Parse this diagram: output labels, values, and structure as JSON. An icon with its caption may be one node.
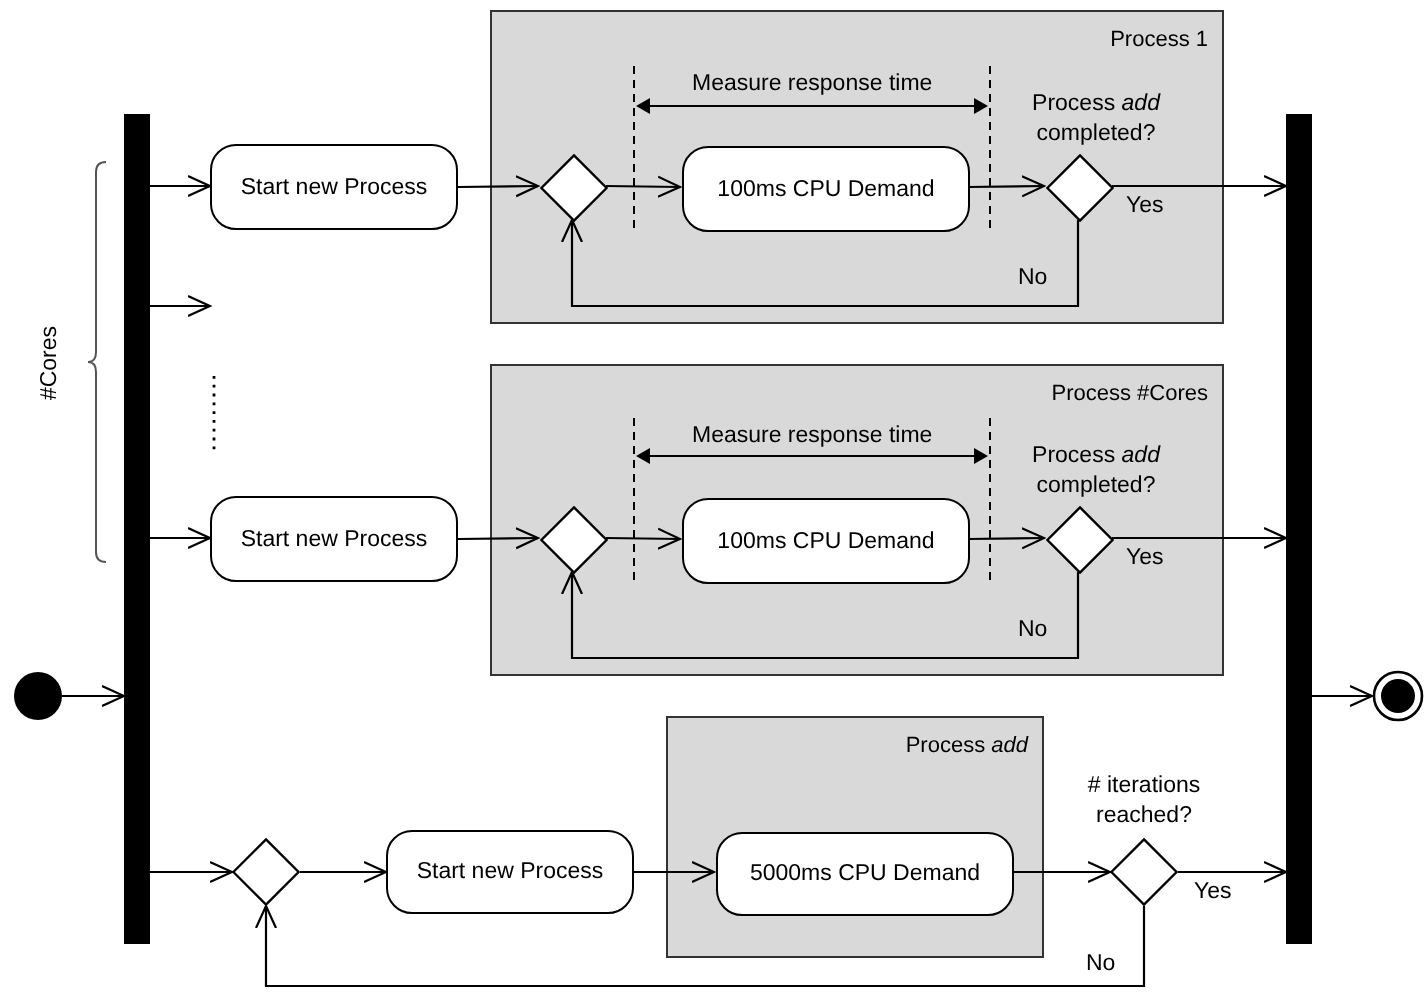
{
  "diagram": {
    "nodes": [
      {
        "text": [],
        "shape": "circle"
      },
      {
        "text": [],
        "shape": "bar"
      },
      {
        "text": [
          "Start new Process"
        ]
      },
      {
        "text": [
          "Process 1"
        ]
      },
      {
        "text": [],
        "shape": "diamond",
        "in": 3
      },
      {
        "text": [
          "100ms CPU Demand"
        ],
        "in": 3
      },
      {
        "text": [],
        "shape": "diamond",
        "in": 3,
        "beside": [
          "Process *add* completed?"
        ]
      },
      {
        "text": [
          "Start new Process"
        ]
      },
      {
        "text": [
          "Process #Cores"
        ]
      },
      {
        "text": [],
        "shape": "diamond",
        "in": 8
      },
      {
        "text": [
          "100ms CPU Demand"
        ],
        "in": 8
      },
      {
        "text": [],
        "shape": "diamond",
        "in": 8,
        "beside": [
          "Process *add* completed?"
        ]
      },
      {
        "text": [],
        "shape": "diamond"
      },
      {
        "text": [
          "Start new Process"
        ]
      },
      {
        "text": [
          "Process *add*"
        ]
      },
      {
        "text": [
          "5000ms CPU Demand"
        ],
        "in": 14
      },
      {
        "text": [],
        "shape": "diamond",
        "beside": [
          "# iterations reached?"
        ]
      },
      {
        "text": [],
        "shape": "bar"
      },
      {
        "text": [],
        "shape": "circle"
      }
    ],
    "edges": [
      {
        "from": 0,
        "to": 1,
        "arrow": "to"
      },
      {
        "from": 1,
        "to": 2,
        "arrow": "to"
      },
      {
        "from": 2,
        "to": 4,
        "arrow": "to"
      },
      {
        "from": 4,
        "to": 5,
        "arrow": "to"
      },
      {
        "from": 5,
        "to": 6,
        "arrow": "to"
      },
      {
        "from": 6,
        "to": 17,
        "arrow": "to",
        "label": "Yes"
      },
      {
        "from": 6,
        "to": 4,
        "arrow": "to",
        "label": "No"
      },
      {
        "from": 1,
        "to": null,
        "arrow": "to"
      },
      {
        "from": 1,
        "to": 7,
        "arrow": "to"
      },
      {
        "from": 7,
        "to": 9,
        "arrow": "to"
      },
      {
        "from": 9,
        "to": 10,
        "arrow": "to"
      },
      {
        "from": 10,
        "to": 11,
        "arrow": "to"
      },
      {
        "from": 11,
        "to": 17,
        "arrow": "to",
        "label": "Yes"
      },
      {
        "from": 11,
        "to": 9,
        "arrow": "to",
        "label": "No"
      },
      {
        "from": 1,
        "to": 12,
        "arrow": "to"
      },
      {
        "from": 12,
        "to": 13,
        "arrow": "to"
      },
      {
        "from": 13,
        "to": 15,
        "arrow": "to"
      },
      {
        "from": 15,
        "to": 16,
        "arrow": "to"
      },
      {
        "from": 16,
        "to": 17,
        "arrow": "to",
        "label": "Yes"
      },
      {
        "from": 16,
        "to": 12,
        "arrow": "to",
        "label": "No"
      },
      {
        "from": 17,
        "to": 18,
        "arrow": "to"
      }
    ],
    "labels": [
      "#Cores",
      "Measure response time",
      "Measure response time"
    ]
  }
}
